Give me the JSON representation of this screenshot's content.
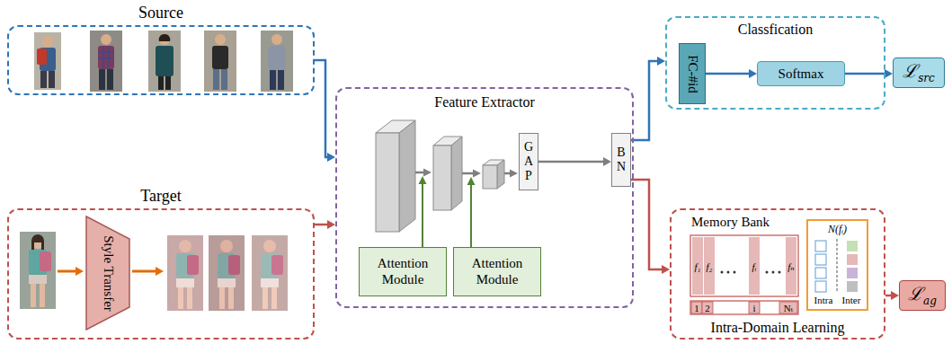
{
  "diagram": {
    "nodes": [
      {
        "text": [
          "Source"
        ]
      },
      {
        "text": [
          "Target"
        ]
      },
      {
        "text": [
          "Style Transfer"
        ],
        "in": 1
      },
      {
        "text": [
          "Feature Extractor"
        ]
      },
      {
        "text": [
          "Attention Module"
        ],
        "in": 3
      },
      {
        "text": [
          "Attention Module"
        ],
        "in": 3
      },
      {
        "text": [
          "GAP"
        ],
        "in": 3
      },
      {
        "text": [
          "BN"
        ]
      },
      {
        "text": [
          "Classfication"
        ]
      },
      {
        "text": [
          "FC-#id"
        ],
        "in": 8
      },
      {
        "text": [
          "Softmax"
        ],
        "in": 8
      },
      {
        "text": [
          "ℒ",
          "src"
        ]
      },
      {
        "text": [
          "Memory Bank",
          "Intra-Domain Learning"
        ]
      },
      {
        "text": [
          "N(fᵢ)",
          "Intra",
          "Inter"
        ],
        "in": 12
      },
      {
        "text": [
          "ℒ",
          "ag"
        ]
      }
    ],
    "edges": [
      {
        "from": 0,
        "to": 3,
        "arrow": "to"
      },
      {
        "from": 1,
        "to": 3,
        "arrow": "to"
      },
      {
        "from": 6,
        "to": 7,
        "arrow": "to"
      },
      {
        "from": 7,
        "to": 8,
        "arrow": "to"
      },
      {
        "from": 7,
        "to": 12,
        "arrow": "to"
      },
      {
        "from": 9,
        "to": 10,
        "arrow": "to"
      },
      {
        "from": 10,
        "to": 11,
        "arrow": "to"
      },
      {
        "from": 12,
        "to": 14,
        "arrow": "to"
      }
    ],
    "labels": [
      "f₁",
      "f₂",
      "fᵢ",
      "fₙ",
      "1",
      "2",
      "i",
      "Nₜ"
    ]
  }
}
